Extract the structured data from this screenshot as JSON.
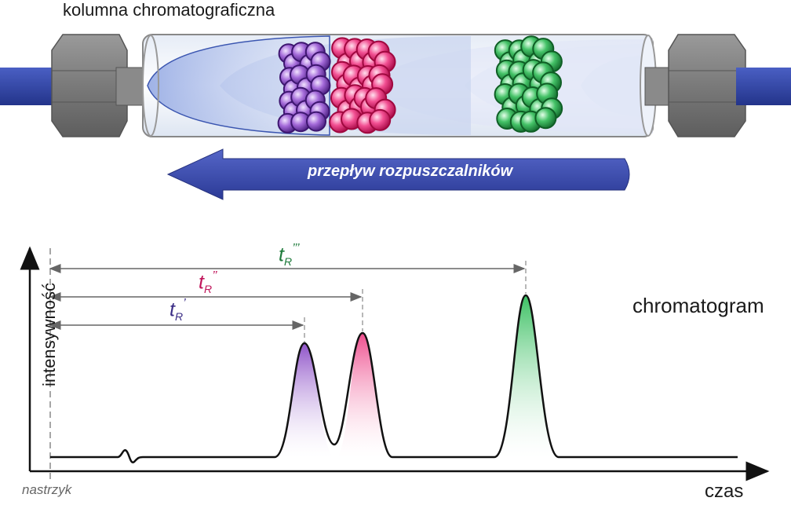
{
  "column": {
    "title": "kolumna chromatograficzna",
    "flow_label": "przepływ rozpuszczalników"
  },
  "chromatogram": {
    "label": "chromatogram",
    "x_label": "czas",
    "y_label": "intensywność",
    "injection_label": "nastrzyk",
    "retention_times": [
      {
        "symbol": "t",
        "subscript": "R",
        "primes": "’",
        "color": "#3b2d86"
      },
      {
        "symbol": "t",
        "subscript": "R",
        "primes": "’’",
        "color": "#c0145a"
      },
      {
        "symbol": "t",
        "subscript": "R",
        "primes": "’’’",
        "color": "#1d7a3a"
      }
    ]
  },
  "colors": {
    "purple": "#7b3fb8",
    "magenta": "#e0156a",
    "green": "#22a24a",
    "flow_arrow": "#3a4aa8",
    "fitting": "#8a8a8a"
  }
}
